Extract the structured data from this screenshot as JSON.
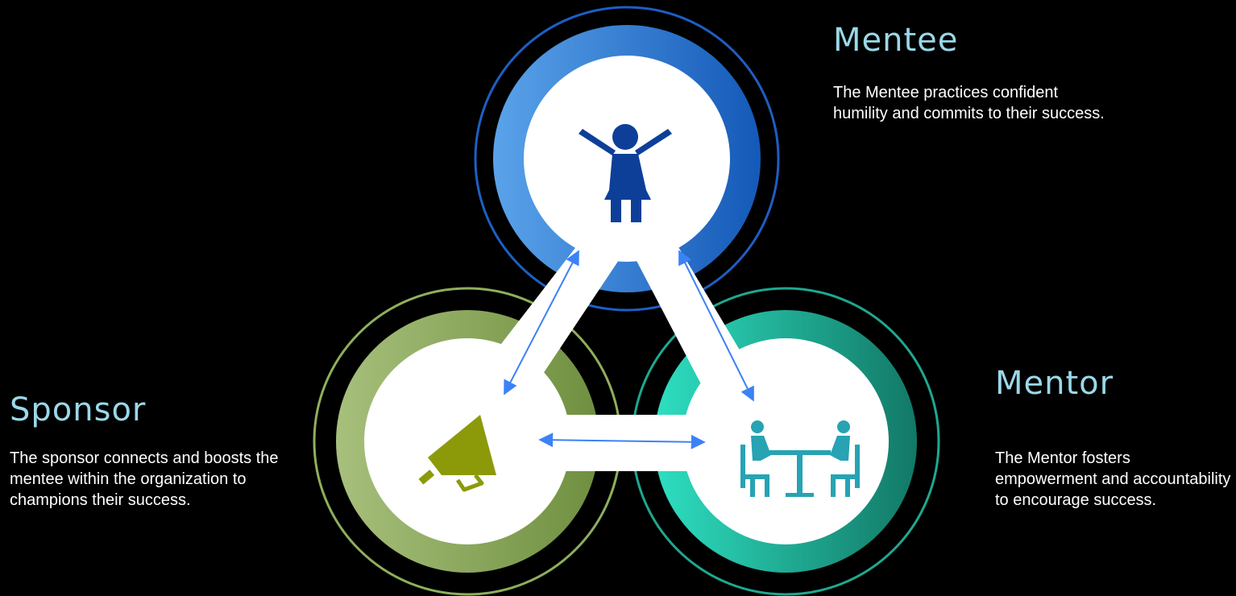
{
  "roles": {
    "mentee": {
      "title": "Mentee",
      "description": "The Mentee practices confident humility and commits to their success.",
      "icon": "woman-icon",
      "color": "#0d3f99"
    },
    "mentor": {
      "title": "Mentor",
      "description": "The Mentor fosters empowerment and accountability to encourage success.",
      "icon": "meeting-icon",
      "color": "#27a3b3"
    },
    "sponsor": {
      "title": "Sponsor",
      "description": "The sponsor connects and boosts the mentee within the organization to champions their success.",
      "icon": "megaphone-icon",
      "color": "#8c9a0a"
    }
  },
  "connections": [
    {
      "from": "mentee",
      "to": "sponsor",
      "style": "double-arrow"
    },
    {
      "from": "mentee",
      "to": "mentor",
      "style": "double-arrow"
    },
    {
      "from": "sponsor",
      "to": "mentor",
      "style": "double-arrow"
    }
  ],
  "colors": {
    "background": "#000000",
    "title_text": "#9ad8e8",
    "body_text": "#ffffff",
    "arrow": "#3b82f6",
    "mentee_ring": "#1e5ec4",
    "sponsor_ring": "#8faf5c",
    "mentor_ring": "#1ea88f"
  }
}
